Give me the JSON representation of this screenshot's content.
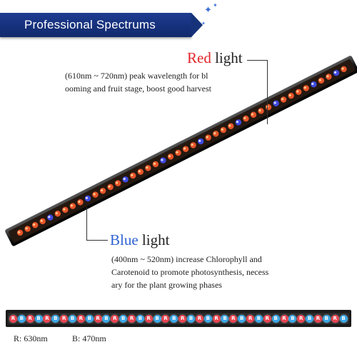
{
  "banner": {
    "title": "Professional Spectrums"
  },
  "red": {
    "color_word": "Red",
    "rest_word": " light",
    "color": "#e0262b",
    "lines": [
      "(610nm ~ 720nm) peak wavelength for bl",
      "ooming and fruit stage, boost good harvest"
    ]
  },
  "blue": {
    "color_word": "Blue",
    "rest_word": " light",
    "color": "#2f63d3",
    "lines": [
      "(400nm ~ 520nm) increase Chlorophyll and",
      "Carotenoid to promote photosynthesis, necess",
      "ary for the plant growing phases"
    ]
  },
  "legend": {
    "pattern": [
      "R",
      "B",
      "R",
      "B",
      "R",
      "B",
      "R",
      "B",
      "R",
      "B",
      "R",
      "B",
      "R",
      "B",
      "R",
      "B",
      "R",
      "B",
      "R",
      "B",
      "R",
      "B",
      "R",
      "B",
      "R",
      "B",
      "R",
      "B",
      "R",
      "B",
      "R",
      "B",
      "R",
      "B",
      "R",
      "B",
      "R",
      "B",
      "R",
      "B"
    ],
    "red_key": "R: 630nm",
    "blue_key": "B: 470nm"
  }
}
